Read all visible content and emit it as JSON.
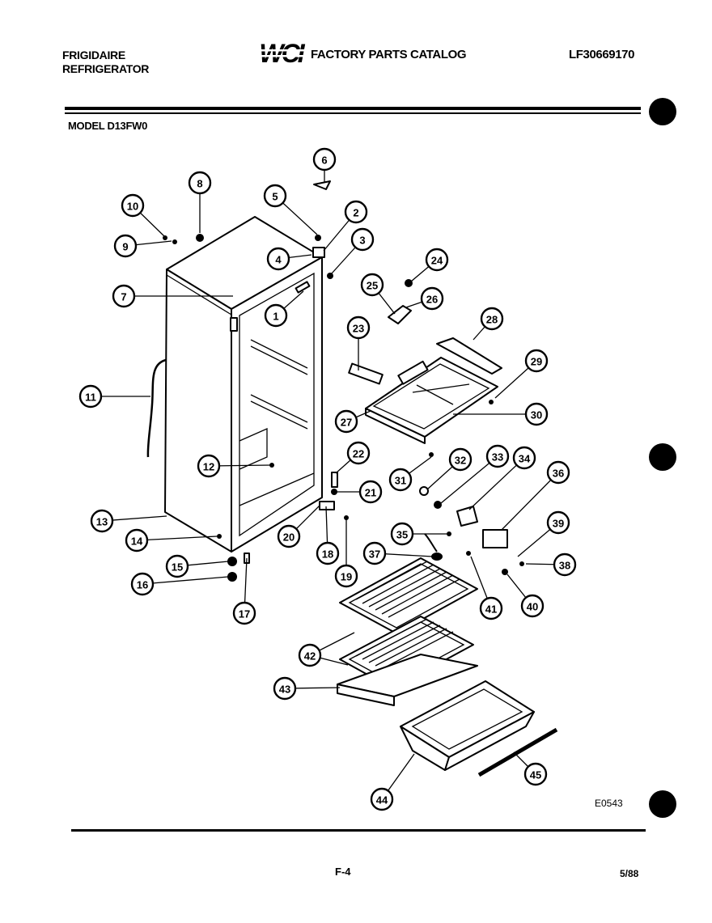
{
  "header": {
    "brand_line1": "FRIGIDAIRE",
    "brand_line2": "REFRIGERATOR",
    "logo_text": "WCI",
    "catalog_title": "FACTORY PARTS CATALOG",
    "catalog_number": "LF30669170"
  },
  "model_label": "MODEL D13FW0",
  "drawing_number": "E0543",
  "footer": {
    "page_number": "F-4",
    "date": "5/88"
  },
  "callouts": [
    {
      "id": "1",
      "label": "1"
    },
    {
      "id": "2",
      "label": "2"
    },
    {
      "id": "3",
      "label": "3"
    },
    {
      "id": "4",
      "label": "4"
    },
    {
      "id": "5",
      "label": "5"
    },
    {
      "id": "6",
      "label": "6"
    },
    {
      "id": "7",
      "label": "7"
    },
    {
      "id": "8",
      "label": "8"
    },
    {
      "id": "9",
      "label": "9"
    },
    {
      "id": "10",
      "label": "10"
    },
    {
      "id": "11",
      "label": "11"
    },
    {
      "id": "12",
      "label": "12"
    },
    {
      "id": "13",
      "label": "13"
    },
    {
      "id": "14",
      "label": "14"
    },
    {
      "id": "15",
      "label": "15"
    },
    {
      "id": "16",
      "label": "16"
    },
    {
      "id": "17",
      "label": "17"
    },
    {
      "id": "18",
      "label": "18"
    },
    {
      "id": "19",
      "label": "19"
    },
    {
      "id": "20",
      "label": "20"
    },
    {
      "id": "21",
      "label": "21"
    },
    {
      "id": "22",
      "label": "22"
    },
    {
      "id": "23",
      "label": "23"
    },
    {
      "id": "24",
      "label": "24"
    },
    {
      "id": "25",
      "label": "25"
    },
    {
      "id": "26",
      "label": "26"
    },
    {
      "id": "27",
      "label": "27"
    },
    {
      "id": "28",
      "label": "28"
    },
    {
      "id": "29",
      "label": "29"
    },
    {
      "id": "30",
      "label": "30"
    },
    {
      "id": "31",
      "label": "31"
    },
    {
      "id": "32",
      "label": "32"
    },
    {
      "id": "33",
      "label": "33"
    },
    {
      "id": "34",
      "label": "34"
    },
    {
      "id": "35",
      "label": "35"
    },
    {
      "id": "36",
      "label": "36"
    },
    {
      "id": "37",
      "label": "37"
    },
    {
      "id": "38",
      "label": "38"
    },
    {
      "id": "39",
      "label": "39"
    },
    {
      "id": "40",
      "label": "40"
    },
    {
      "id": "41",
      "label": "41"
    },
    {
      "id": "42",
      "label": "42"
    },
    {
      "id": "43",
      "label": "43"
    },
    {
      "id": "44",
      "label": "44"
    },
    {
      "id": "45",
      "label": "45"
    }
  ]
}
